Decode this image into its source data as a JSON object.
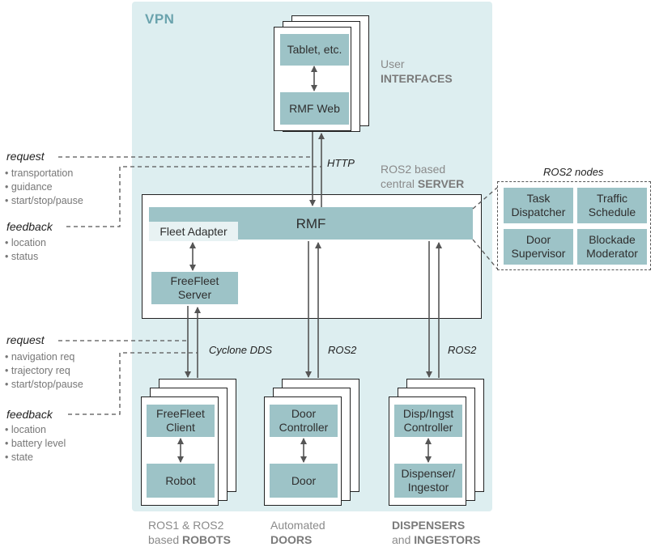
{
  "vpn": {
    "label": "VPN"
  },
  "user_interfaces": {
    "top_box": "Tablet, etc.",
    "bottom_box": "RMF Web",
    "caption_line1": "User",
    "caption_line2": "INTERFACES"
  },
  "http_label": "HTTP",
  "server": {
    "caption_line1": "ROS2 based",
    "caption_line2_prefix": "central ",
    "caption_line2_bold": "SERVER",
    "rmf_label": "RMF",
    "fleet_adapter": "Fleet Adapter",
    "freefleet_server_line1": "FreeFleet",
    "freefleet_server_line2": "Server"
  },
  "ros2_nodes": {
    "title": "ROS2 nodes",
    "items": [
      {
        "line1": "Task",
        "line2": "Dispatcher"
      },
      {
        "line1": "Traffic",
        "line2": "Schedule"
      },
      {
        "line1": "Door",
        "line2": "Supervisor"
      },
      {
        "line1": "Blockade",
        "line2": "Moderator"
      }
    ]
  },
  "server_side_notes": {
    "request_head": "request",
    "request_items": [
      "transportation",
      "guidance",
      "start/stop/pause"
    ],
    "feedback_head": "feedback",
    "feedback_items": [
      "location",
      "status"
    ]
  },
  "robot_side_notes": {
    "request_head": "request",
    "request_items": [
      "navigation req",
      "trajectory req",
      "start/stop/pause"
    ],
    "feedback_head": "feedback",
    "feedback_items": [
      "location",
      "battery level",
      "state"
    ]
  },
  "link_labels": {
    "cyclone": "Cyclone DDS",
    "ros2_doors": "ROS2",
    "ros2_dispensers": "ROS2"
  },
  "robots": {
    "top_line1": "FreeFleet",
    "top_line2": "Client",
    "bottom": "Robot",
    "caption_line1": "ROS1 & ROS2",
    "caption_line2_prefix": "based ",
    "caption_line2_bold": "ROBOTS"
  },
  "doors": {
    "top_line1": "Door",
    "top_line2": "Controller",
    "bottom": "Door",
    "caption_line1": "Automated",
    "caption_line2": "DOORS"
  },
  "dispensers": {
    "top_line1": "Disp/Ingst",
    "top_line2": "Controller",
    "bottom_line1": "Dispenser/",
    "bottom_line2": "Ingestor",
    "caption_line1": "DISPENSERS",
    "caption_line2_prefix": "and ",
    "caption_line2_bold": "INGESTORS"
  },
  "colors": {
    "vpn_background": "#ddeef0",
    "box_fill": "#9dc3c7",
    "vpn_label": "#6aa3ad",
    "arrow": "#555555"
  }
}
